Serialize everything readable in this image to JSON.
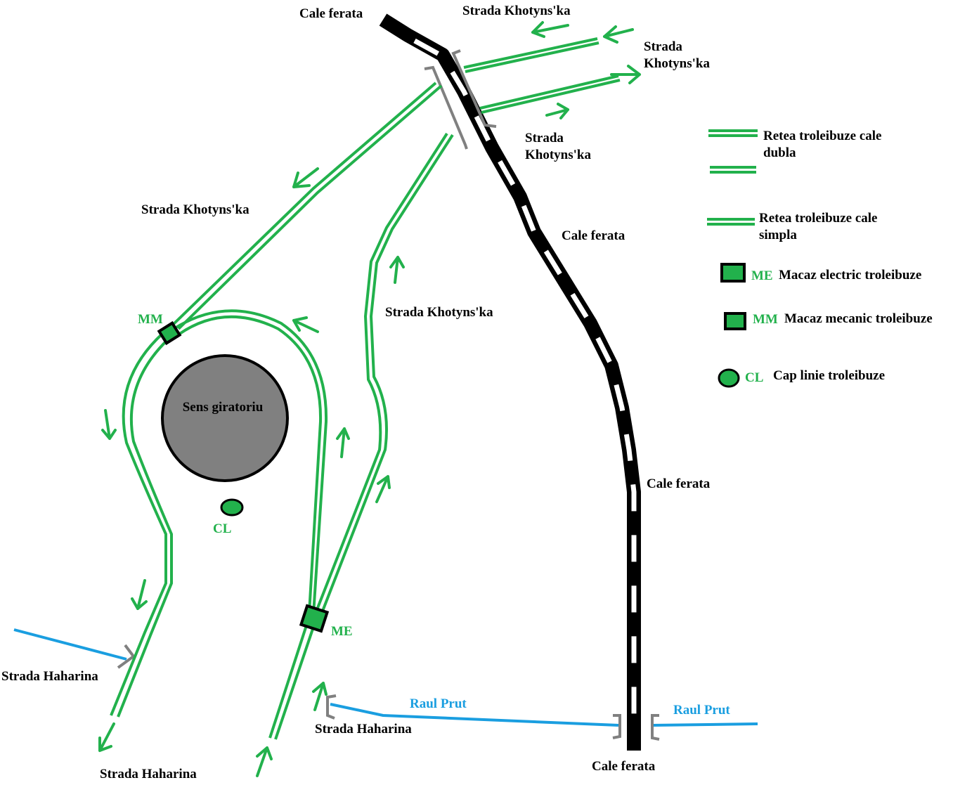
{
  "colors": {
    "trolley_line": "#22b14c",
    "railway": "#000000",
    "river": "#1a9ee0",
    "bridge": "#808080",
    "roundabout": "#808080"
  },
  "labels": {
    "rail_top": "Cale ferata",
    "rail_mid": "Cale ferata",
    "rail_lower": "Cale ferata",
    "rail_bottom": "Cale ferata",
    "khotynska_top": "Strada Khotyns'ka",
    "khotynska_right_1": "Strada",
    "khotynska_right_2": "Khotyns'ka",
    "khotynska_mid_1": "Strada",
    "khotynska_mid_2": "Khotyns'ka",
    "khotynska_left": "Strada Khotyns'ka",
    "khotynska_center": "Strada Khotyns'ka",
    "haharina_left": "Strada Haharina",
    "haharina_mid": "Strada Haharina",
    "haharina_bottom": "Strada Haharina",
    "prut_left": "Raul Prut",
    "prut_right": "Raul Prut",
    "roundabout": "Sens giratoriu",
    "cl": "CL",
    "me": "ME",
    "mm": "MM"
  },
  "legend": {
    "double_1": "Retea troleibuze cale",
    "double_2": "dubla",
    "single_1": "Retea troleibuze cale",
    "single_2": "simpla",
    "me_code": "ME",
    "me_text": "Macaz electric troleibuze",
    "mm_code": "MM",
    "mm_text": "Macaz mecanic troleibuze",
    "cl_code": "CL",
    "cl_text": "Cap linie troleibuze"
  }
}
